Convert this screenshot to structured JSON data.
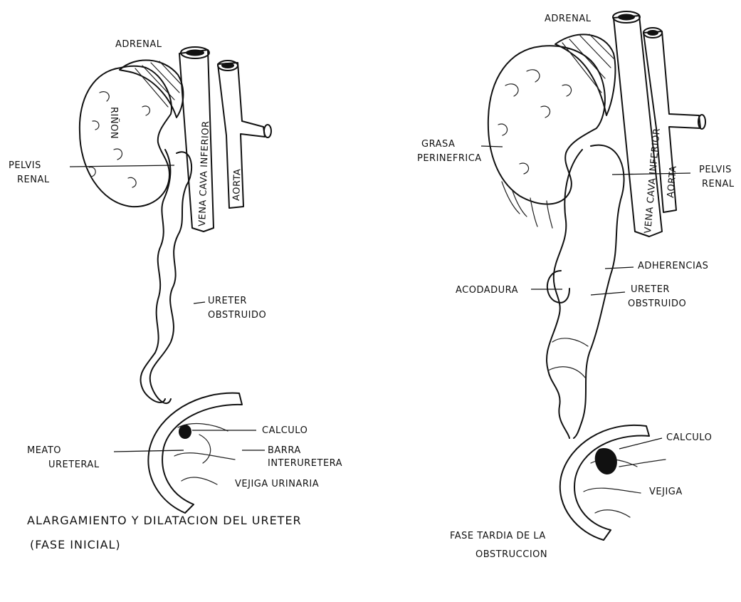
{
  "left_panel": {
    "adrenal": "ADRENAL",
    "rinon": "RIÑON",
    "vena_cava": "VENA CAVA INFERIOR",
    "aorta": "AORTA",
    "pelvis_line1": "PELVIS",
    "pelvis_line2": "RENAL",
    "ureter_line1": "URETER",
    "ureter_line2": "OBSTRUIDO",
    "calculo": "CALCULO",
    "meato_line1": "MEATO",
    "meato_line2": "URETERAL",
    "barra_line1": "BARRA",
    "barra_line2": "INTERURETERA",
    "vejiga": "VEJIGA URINARIA",
    "caption_line1": "ALARGAMIENTO Y DILATACION DEL URETER",
    "caption_line2": "(FASE INICIAL)"
  },
  "right_panel": {
    "adrenal": "ADRENAL",
    "grasa_line1": "GRASA",
    "grasa_line2": "PERINEFRICA",
    "vena_cava": "VENA CAVA INFERIOR",
    "aorta": "AORTA",
    "pelvis_line1": "PELVIS",
    "pelvis_line2": "RENAL",
    "adherencias": "ADHERENCIAS",
    "acodadura": "ACODADURA",
    "ureter_line1": "URETER",
    "ureter_line2": "OBSTRUIDO",
    "calculo": "CALCULO",
    "vejiga": "VEJIGA",
    "caption_line1": "FASE TARDIA DE LA",
    "caption_line2": "OBSTRUCCION"
  }
}
